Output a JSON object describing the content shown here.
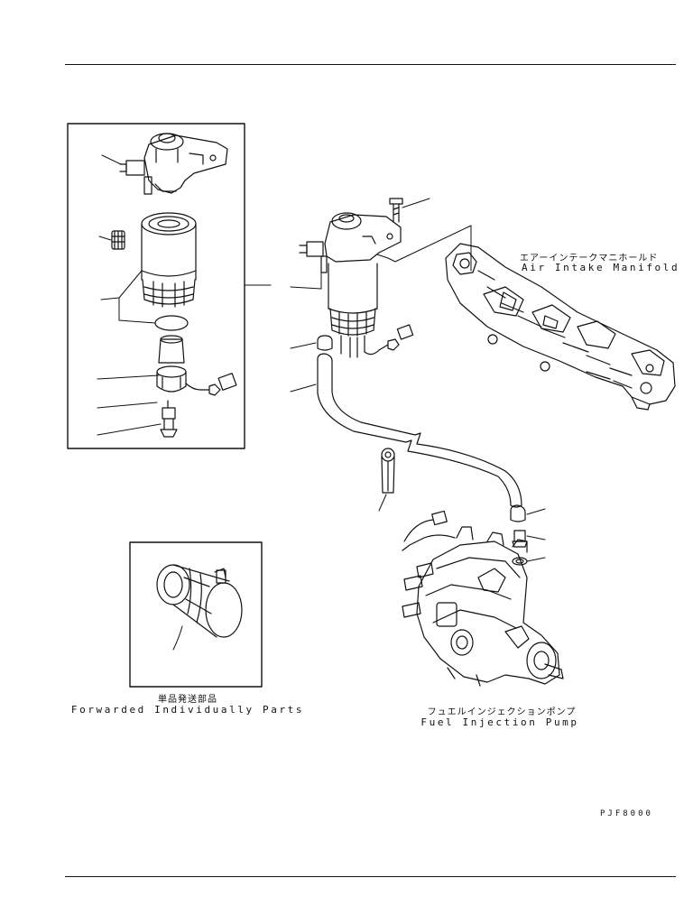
{
  "labels": {
    "manifold_jp": "エアーインテークマニホールド",
    "manifold_en": "Air Intake Manifold",
    "forwarded_jp": "単品発送部品",
    "forwarded_en": "Forwarded Individually Parts",
    "pump_jp": "フュエルインジェクションポンプ",
    "pump_en": "Fuel Injection Pump",
    "drawing_code": "PJF8000"
  }
}
